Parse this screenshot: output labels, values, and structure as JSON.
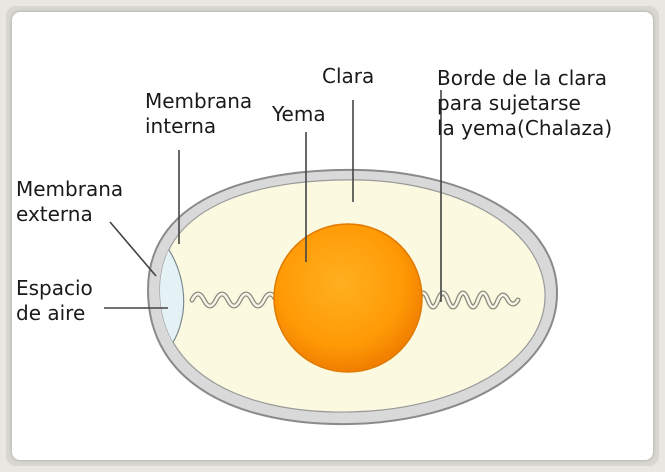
{
  "diagram": {
    "labels": {
      "clara": "Clara",
      "borde_1": "Borde de la clara",
      "borde_2": "para sujetarse",
      "borde_3": "la yema(Chalaza)",
      "yema": "Yema",
      "membrana_interna_1": "Membrana",
      "membrana_interna_2": "interna",
      "membrana_externa_1": "Membrana",
      "membrana_externa_2": "externa",
      "espacio_1": "Espacio",
      "espacio_2": "de aire"
    },
    "colors": {
      "shell": "#dcdcdc",
      "white": "#fbf9e0",
      "yolk": "#ff9a05",
      "air": "#e4f1f5",
      "line": "#444444"
    }
  }
}
